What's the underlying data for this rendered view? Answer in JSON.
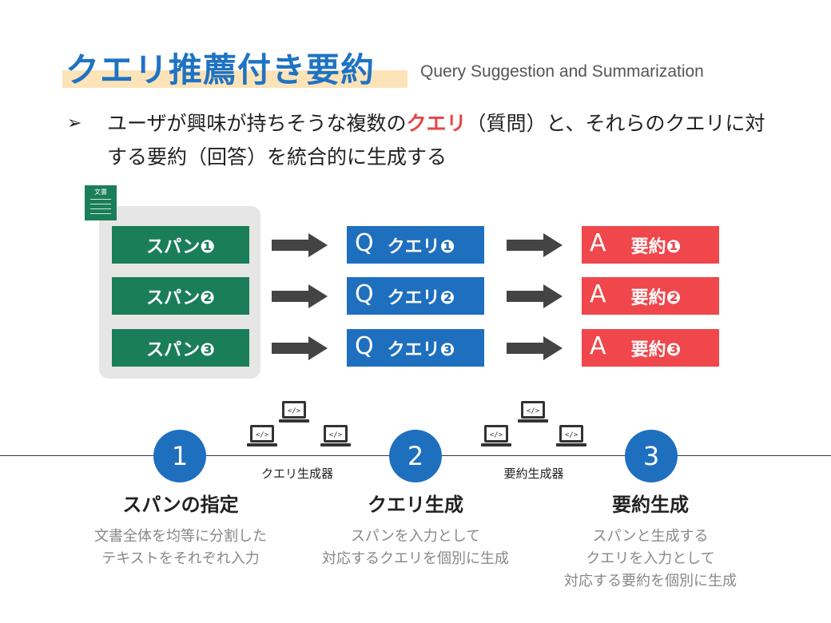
{
  "title": "クエリ推薦付き要約",
  "subtitle": "Query Suggestion and Summarization",
  "bullet": {
    "mark": "➢",
    "before": "ユーザが興味が持ちそうな複数の",
    "highlight": "クエリ",
    "after": "（質問）と、それらのクエリに対する要約（回答）を統合的に生成する"
  },
  "doc_icon_label": "文書",
  "rows": [
    {
      "span": "スパン❶",
      "query": "クエリ❶",
      "answer": "要約❶"
    },
    {
      "span": "スパン❷",
      "query": "クエリ❷",
      "answer": "要約❷"
    },
    {
      "span": "スパン❸",
      "query": "クエリ❸",
      "answer": "要約❸"
    }
  ],
  "query_prefix": "Q",
  "answer_prefix": "A",
  "code_icon_text": "</>",
  "generators": [
    "クエリ生成器",
    "要約生成器"
  ],
  "steps": [
    {
      "number": "1",
      "title": "スパンの指定",
      "desc": "文書全体を均等に分割した\nテキストをそれぞれ入力"
    },
    {
      "number": "2",
      "title": "クエリ生成",
      "desc": "スパンを入力として\n対応するクエリを個別に生成"
    },
    {
      "number": "3",
      "title": "要約生成",
      "desc": "スパンと生成する\nクエリを入力として\n対応する要約を個別に生成"
    }
  ],
  "colors": {
    "title_blue": "#1f73c2",
    "span_green": "#1b7e5a",
    "query_blue": "#1f6fbf",
    "answer_red": "#f0474c",
    "highlight": "#e84545"
  }
}
